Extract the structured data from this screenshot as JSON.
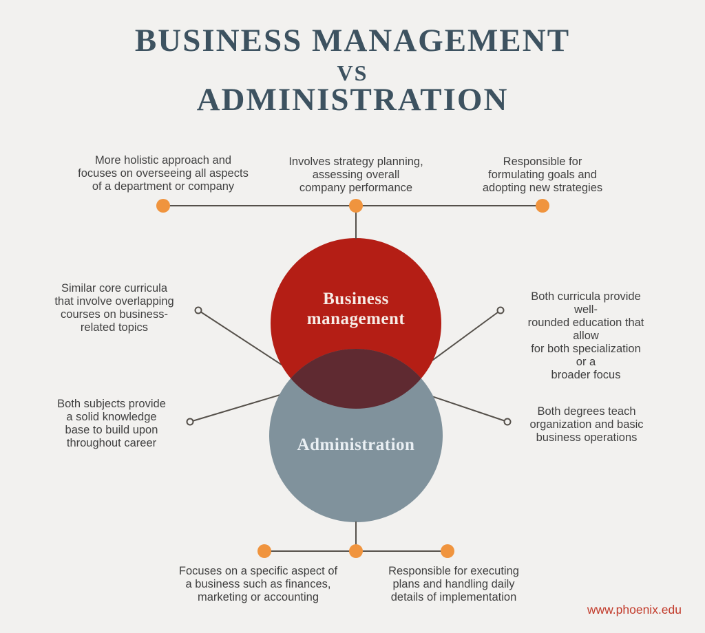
{
  "page": {
    "background": "#f2f1ef"
  },
  "title": {
    "line1": "BUSINESS MANAGEMENT",
    "line2": "VS",
    "line3": "ADMINISTRATION",
    "color": "#3d5260"
  },
  "callouts": {
    "text_color": "#404040",
    "top_left": "More holistic approach and\nfocuses on overseeing all aspects\nof a department or company",
    "top_center": "Involves strategy planning,\nassessing overall\ncompany performance",
    "top_right": "Responsible for\nformulating goals and\nadopting new strategies",
    "mid_left_upper": "Similar core curricula\nthat involve overlapping\ncourses on business-\nrelated topics",
    "mid_left_lower": "Both subjects provide\na solid knowledge\nbase to build upon\nthroughout career",
    "mid_right_upper": "Both curricula provide well-\nrounded education that allow\nfor both specialization or a\nbroader focus",
    "mid_right_lower": "Both degrees teach\norganization and basic\nbusiness operations",
    "bottom_left": "Focuses on a specific aspect of\na business such as finances,\nmarketing or accounting",
    "bottom_right": "Responsible for executing\nplans and handling daily\ndetails of implementation"
  },
  "venn": {
    "top_circle_label": "Business\nmanagement",
    "bottom_circle_label": "Administration",
    "top_circle_color": "#b41e15",
    "bottom_circle_color": "#80929c",
    "overlap_color": "#5f2a31",
    "top_label_color": "#f7ece6",
    "bottom_label_color": "#e9eff3"
  },
  "connectors": {
    "dot_color": "#f0943e",
    "line_color": "#55504a"
  },
  "footer": {
    "url": "www.phoenix.edu",
    "color": "#c23b2b"
  }
}
